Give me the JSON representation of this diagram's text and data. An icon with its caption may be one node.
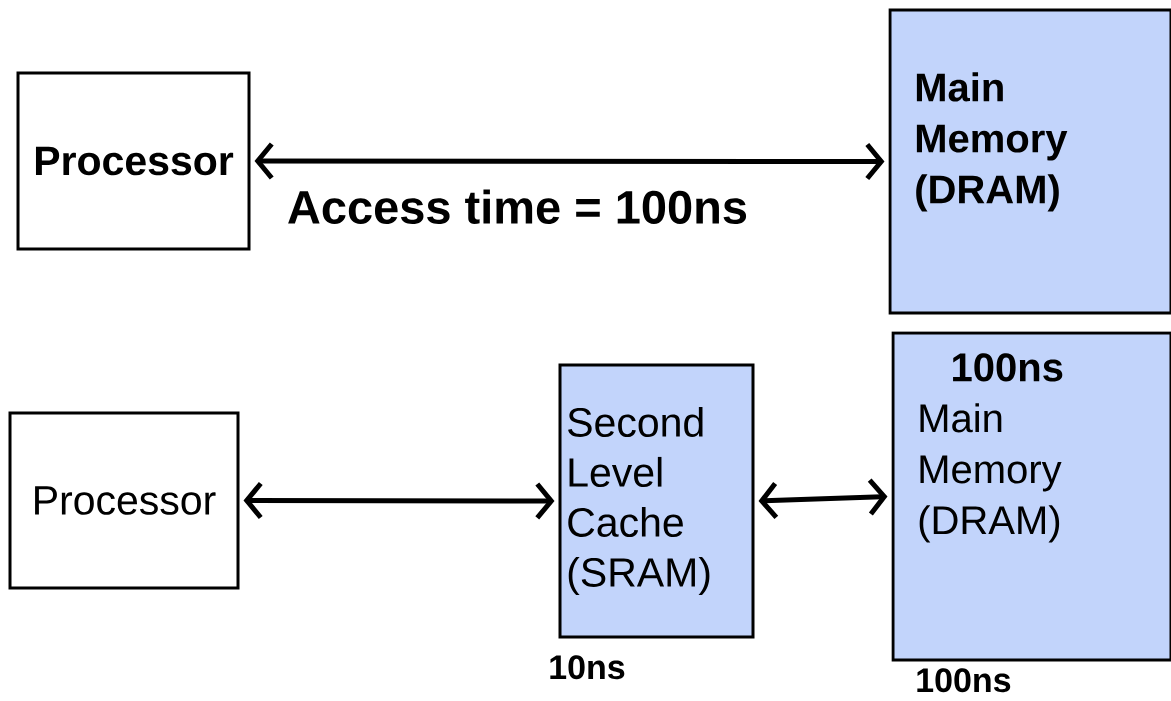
{
  "diagram": {
    "nodes": [
      {
        "text": [
          "Processor"
        ]
      },
      {
        "text": [
          "Main Memory (DRAM)"
        ]
      },
      {
        "text": [
          "Processor"
        ]
      },
      {
        "text": [
          "Second Level Cache (SRAM)"
        ],
        "beside": [
          "10ns"
        ]
      },
      {
        "text": [
          "100ns",
          "Main Memory (DRAM)"
        ],
        "beside": [
          "100ns"
        ]
      }
    ],
    "edges": [
      {
        "from": 0,
        "to": 1,
        "arrow": "both",
        "label": "Access time = 100ns"
      },
      {
        "from": 2,
        "to": 3,
        "arrow": "both"
      },
      {
        "from": 3,
        "to": 4,
        "arrow": "both"
      }
    ]
  }
}
